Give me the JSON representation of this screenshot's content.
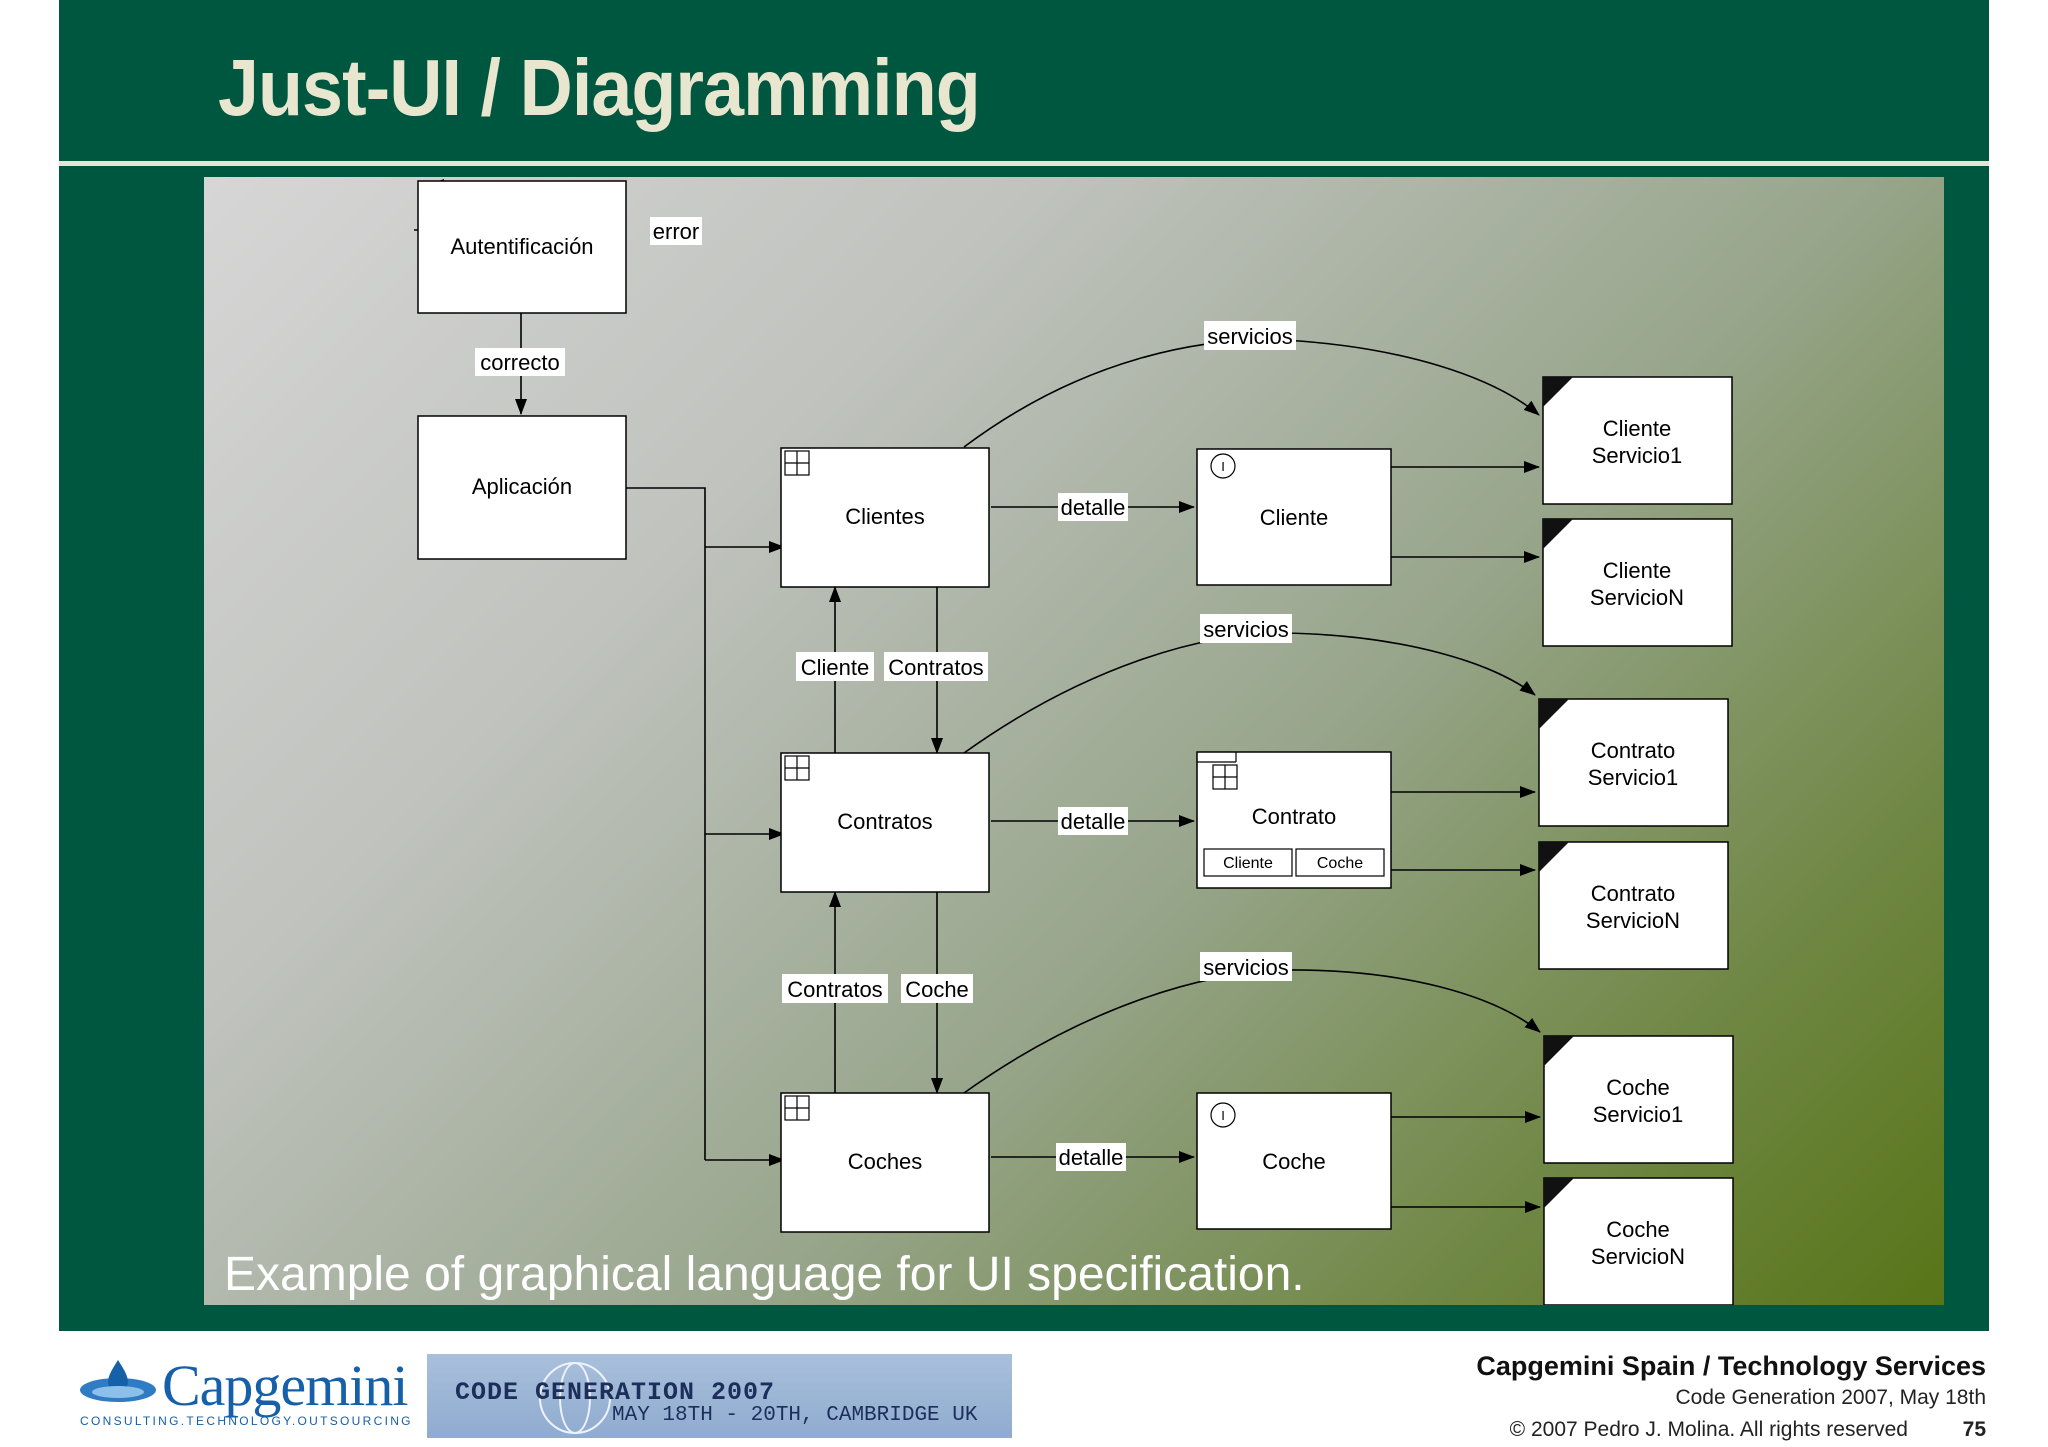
{
  "slide": {
    "title": "Just-UI / Diagramming",
    "caption": "Example of graphical language for UI specification."
  },
  "diagram": {
    "nodes": {
      "autentificacion": "Autentificación",
      "aplicacion": "Aplicación",
      "clientes": "Clientes",
      "contratos": "Contratos",
      "coches": "Coches",
      "cliente": "Cliente",
      "contrato": "Contrato",
      "coche": "Coche",
      "cliente_servicio1": [
        "Cliente",
        "Servicio1"
      ],
      "cliente_servicion": [
        "Cliente",
        "ServicioN"
      ],
      "contrato_servicio1": [
        "Contrato",
        "Servicio1"
      ],
      "contrato_servicion": [
        "Contrato",
        "ServicioN"
      ],
      "coche_servicio1": [
        "Coche",
        "Servicio1"
      ],
      "coche_servicion": [
        "Coche",
        "ServicioN"
      ]
    },
    "contrato_buttons": [
      "Cliente",
      "Coche"
    ],
    "edge_labels": {
      "error": "error",
      "correcto": "correcto",
      "servicios_1": "servicios",
      "servicios_2": "servicios",
      "servicios_3": "servicios",
      "detalle_1": "detalle",
      "detalle_2": "detalle",
      "detalle_3": "detalle",
      "cliente_up": "Cliente",
      "contratos_down": "Contratos",
      "contratos_up": "Contratos",
      "coche_down": "Coche"
    },
    "instance_icon": "I"
  },
  "footer": {
    "company": "Capgemini Spain / Technology Services",
    "event": "Code Generation 2007, May 18th",
    "copyright": "© 2007 Pedro J. Molina. All rights reserved",
    "page": "75",
    "logo_word": "Capgemini",
    "logo_tagline": "CONSULTING.TECHNOLOGY.OUTSOURCING",
    "banner_line1": "CODE GENERATION 2007",
    "banner_line2": "MAY 18TH - 20TH, CAMBRIDGE UK"
  },
  "colors": {
    "slide_green": "#00573f",
    "title_text": "#e8e6cf",
    "brand_blue": "#1560a8"
  },
  "icons": [
    "population-grid-icon",
    "instance-icon",
    "service-corner-icon",
    "capgemini-spade-icon"
  ]
}
